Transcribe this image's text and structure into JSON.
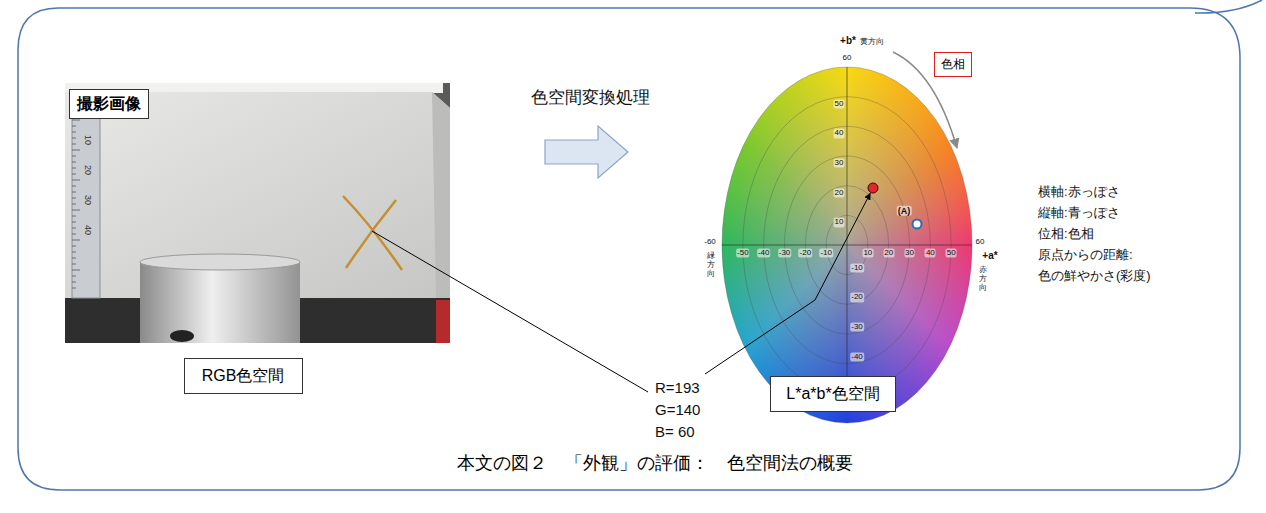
{
  "diagram": {
    "caption": "本文の図２　「外観」の評価：　色空間法の概要",
    "nodes": [
      {
        "text": [
          "撮影画像"
        ]
      },
      {
        "text": [
          "色相"
        ]
      },
      {
        "text": [
          "RGB色空間"
        ]
      },
      {
        "text": [
          "L*a*b*色空間"
        ]
      }
    ],
    "labels": [
      "10",
      "20",
      "30",
      "40",
      "色空間変換処理",
      "R=193",
      "G=140",
      "B= 60",
      "+b*",
      "黄方向",
      "60",
      "50",
      "40",
      "30",
      "20",
      "10",
      "-60",
      "緑方向",
      "-50",
      "-40",
      "-30",
      "-20",
      "-10",
      "10",
      "20",
      "30",
      "40",
      "50",
      "60",
      "+a*",
      "赤方向",
      "(A)",
      "-10",
      "-20",
      "-30",
      "-40",
      "横軸:赤っぽさ",
      "縦軸:青っぽさ",
      "位相:色相",
      "原点からの距離:",
      "色の鮮やかさ(彩度)"
    ]
  }
}
